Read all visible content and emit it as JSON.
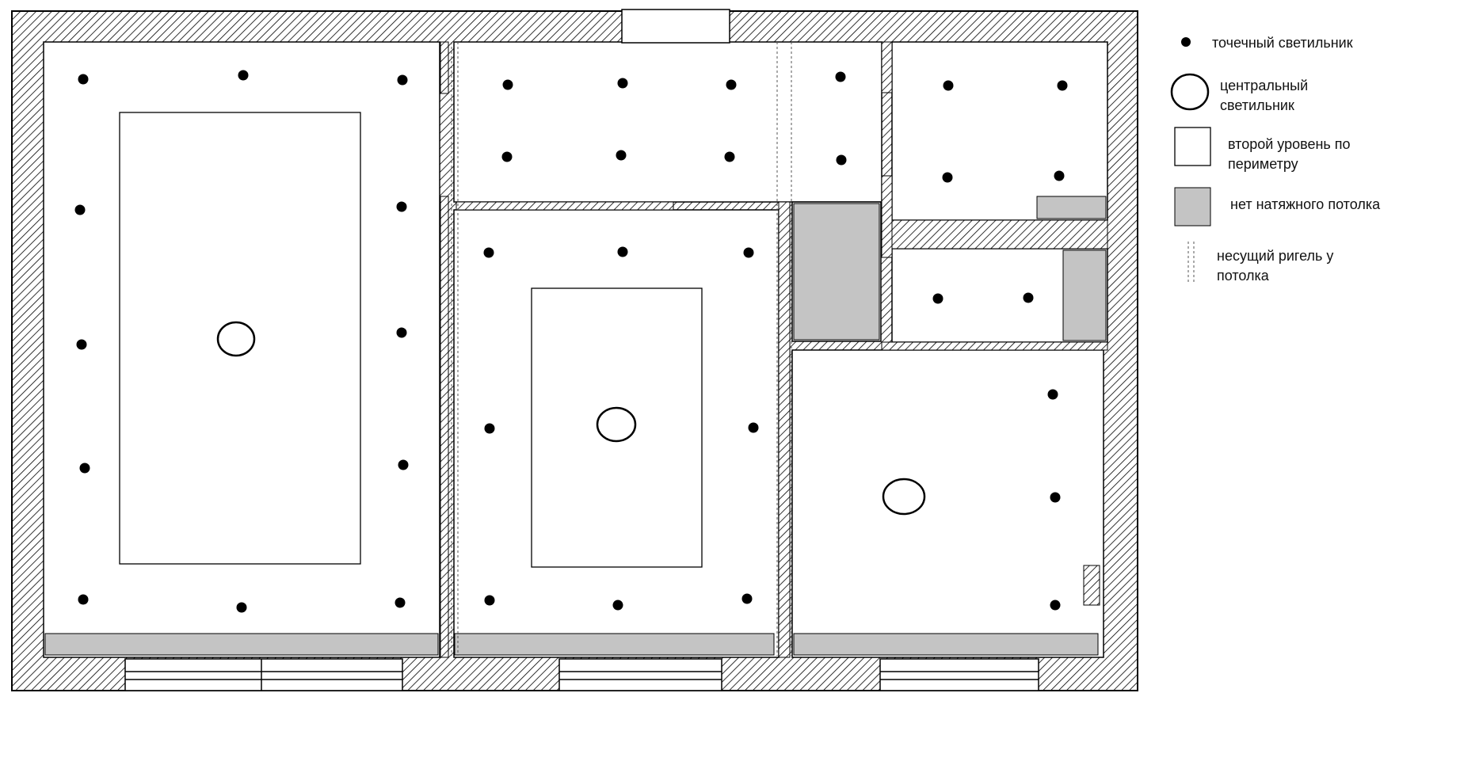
{
  "legend": {
    "spot_light": "точечный светильник",
    "central_light_line1": "центральный",
    "central_light_line2": "светильник",
    "second_level_line1": "второй уровень по",
    "second_level_line2": "периметру",
    "no_ceiling": "нет натяжного потолка",
    "beam_line1": "несущий ригель у",
    "beam_line2": "потолка"
  },
  "colors": {
    "wall_hatch": "#000000",
    "gray_zone": "#c4c4c4",
    "background": "#ffffff"
  }
}
